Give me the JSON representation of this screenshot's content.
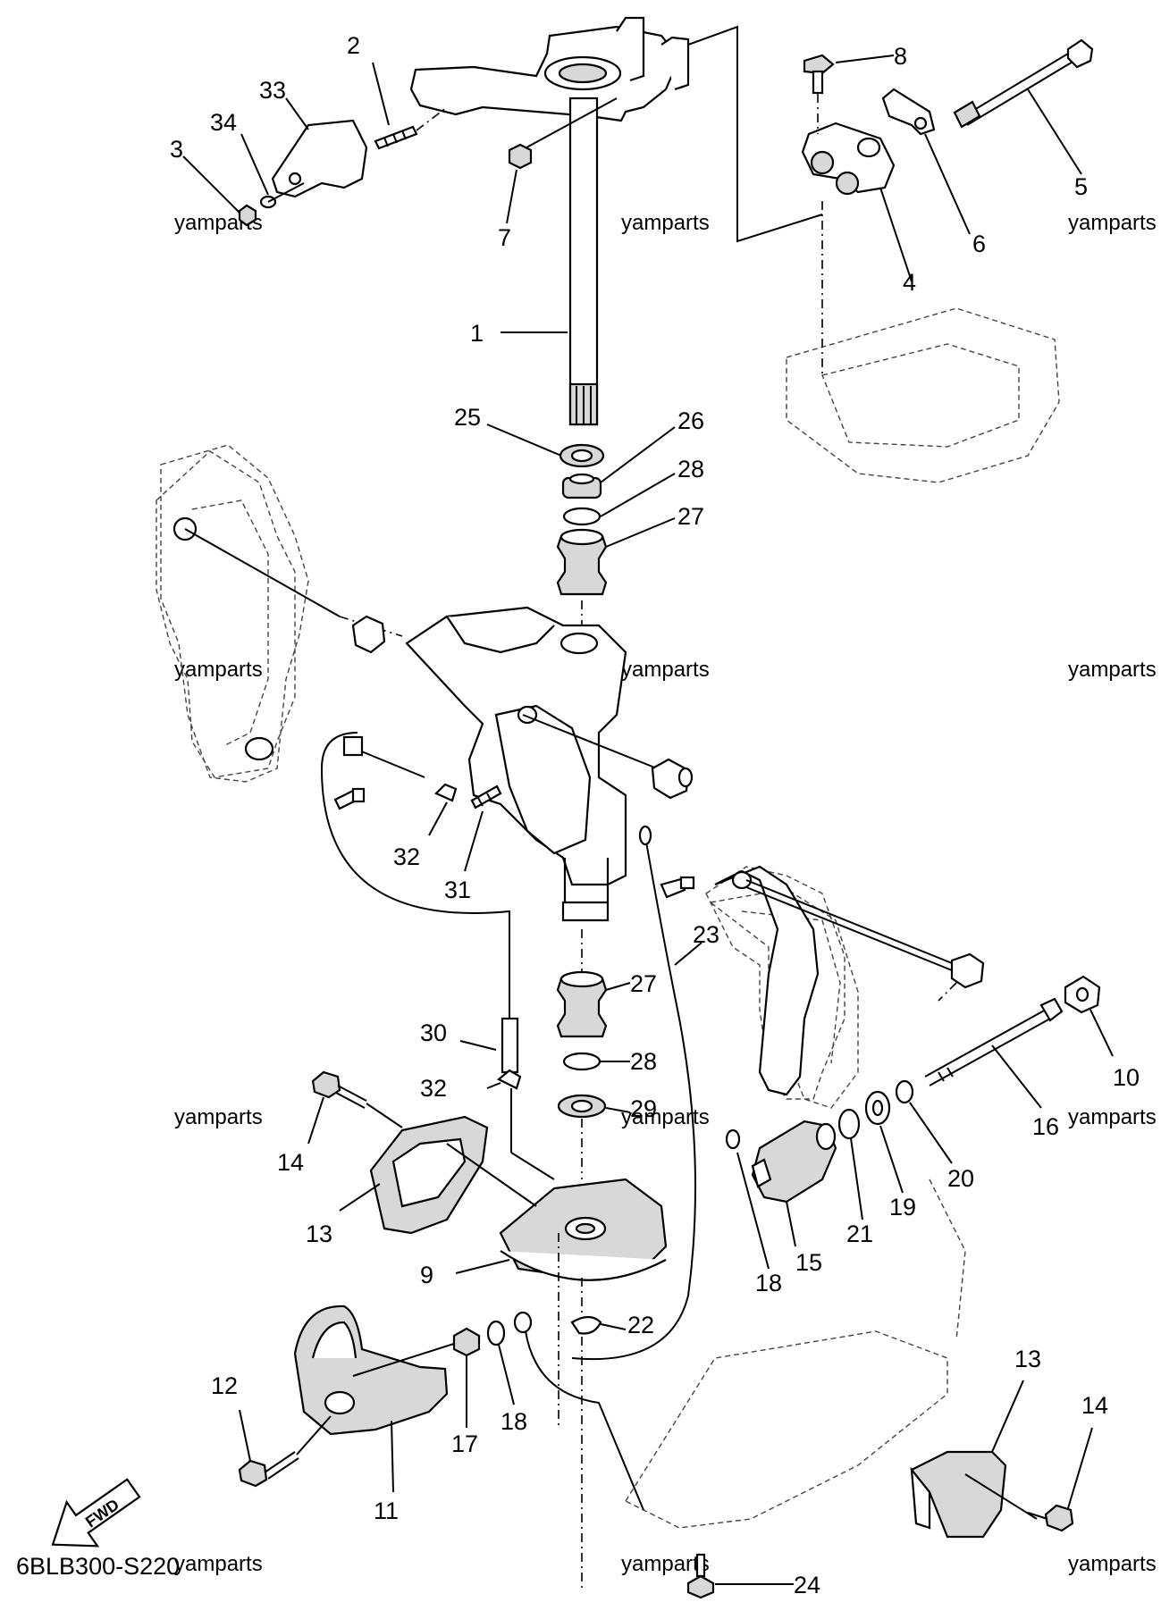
{
  "diagram": {
    "code": "6BLB300-S220",
    "fwd_label": "FWD",
    "watermark": "yamparts",
    "callouts": [
      "1",
      "2",
      "3",
      "4",
      "5",
      "6",
      "7",
      "8",
      "9",
      "10",
      "11",
      "12",
      "13",
      "13",
      "14",
      "14",
      "15",
      "16",
      "17",
      "18",
      "18",
      "19",
      "20",
      "21",
      "22",
      "23",
      "24",
      "25",
      "26",
      "27",
      "27",
      "28",
      "28",
      "29",
      "30",
      "31",
      "32",
      "32",
      "33",
      "34"
    ]
  }
}
